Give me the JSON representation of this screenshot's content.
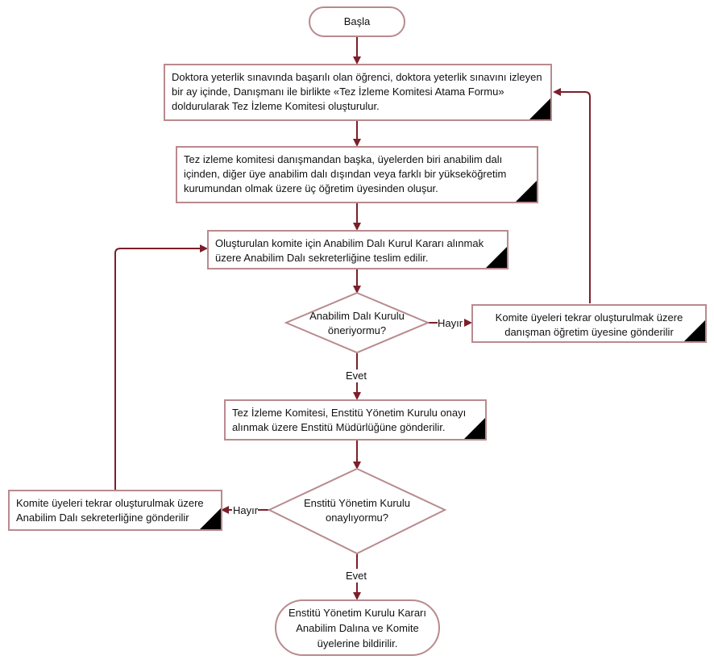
{
  "start": {
    "label": "Başla"
  },
  "steps": [
    {
      "id": "step1",
      "text": "Doktora yeterlik sınavında başarılı olan öğrenci, doktora yeterlik sınavını izleyen bir ay içinde, Danışmanı ile birlikte «Tez İzleme Komitesi Atama Formu» doldurularak Tez İzleme Komitesi oluşturulur."
    },
    {
      "id": "step2",
      "text": "Tez izleme komitesi danışmandan başka, üyelerden biri anabilim dalı içinden, diğer üye anabilim dalı dışından veya farklı bir yükseköğretim kurumundan olmak üzere üç öğretim üyesinden oluşur."
    },
    {
      "id": "step3",
      "text": "Oluşturulan komite için Anabilim Dalı Kurul Kararı alınmak üzere  Anabilim Dalı sekreterliğine teslim edilir."
    },
    {
      "id": "step4",
      "text": "Tez İzleme Komitesi, Enstitü Yönetim Kurulu onayı alınmak üzere Enstitü Müdürlüğüne gönderilir."
    }
  ],
  "decisions": [
    {
      "id": "decision1",
      "text": "Anabilim Dalı Kurulu öneriyormu?",
      "yes_label": "Evet",
      "no_label": "Hayır"
    },
    {
      "id": "decision2",
      "text": "Enstitü Yönetim Kurulu onaylıyormu?",
      "yes_label": "Evet",
      "no_label": "Hayır"
    }
  ],
  "rejections": [
    {
      "id": "reject1",
      "text": "Komite üyeleri tekrar oluşturulmak üzere danışman öğretim üyesine gönderilir"
    },
    {
      "id": "reject2",
      "text": "Komite üyeleri tekrar oluşturulmak üzere Anabilim Dalı sekreterliğine gönderilir"
    }
  ],
  "end": {
    "label": "Enstitü Yönetim Kurulu Kararı Anabilim Dalına ve Komite üyelerine bildirilir."
  },
  "colors": {
    "connector": "#7b1f2a",
    "border": "#b98a8e",
    "corner": "#000000"
  }
}
